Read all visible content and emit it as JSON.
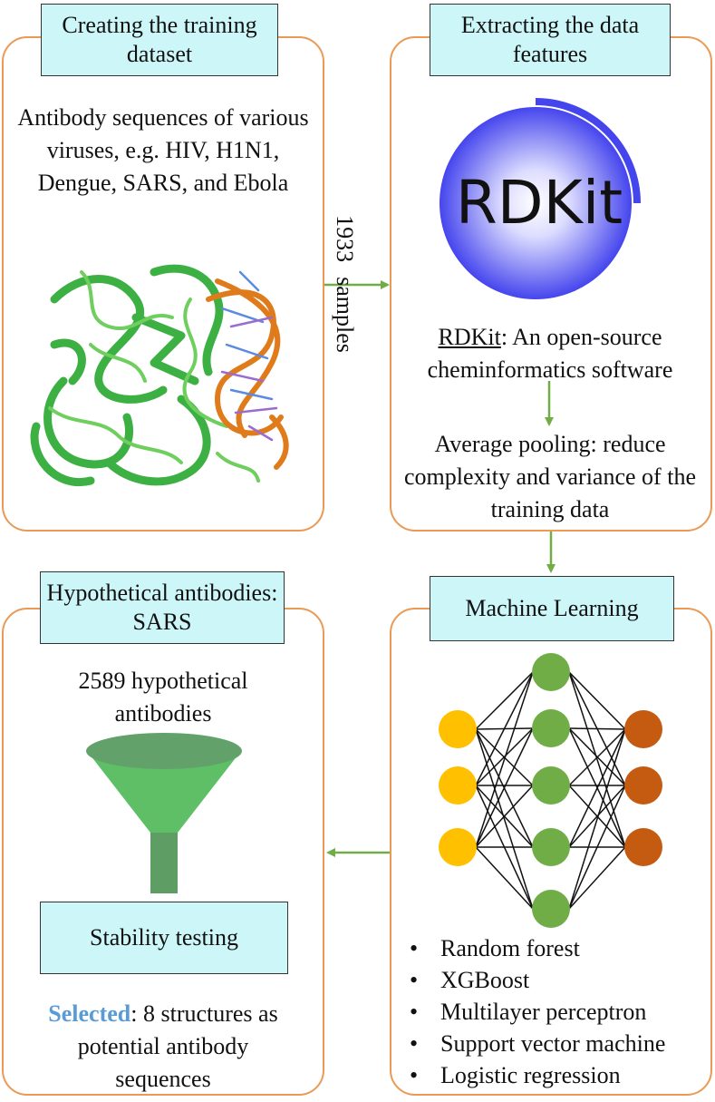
{
  "panel1": {
    "title": "Creating the training dataset",
    "desc": "Antibody sequences of various viruses, e.g. HIV, H1N1, Dengue, SARS, and Ebola"
  },
  "link1": {
    "count": "1933",
    "unit": "samples"
  },
  "panel2": {
    "title": "Extracting the data features",
    "logo_text": "RDKit",
    "rdkit_name": "RDKit",
    "rdkit_desc": ": An open-source cheminformatics software",
    "pooling": "Average pooling: reduce complexity and variance of the training data"
  },
  "panel3": {
    "title": "Machine Learning",
    "methods": [
      "Random forest",
      "XGBoost",
      "Multilayer perceptron",
      "Support vector machine",
      "Logistic regression"
    ],
    "colors": {
      "input": "#ffc000",
      "hidden": "#70ad47",
      "output": "#c55a11"
    }
  },
  "panel4": {
    "title": "Hypothetical antibodies: SARS",
    "count_text": "2589 hypothetical antibodies",
    "stability": "Stability testing",
    "selected_label": "Selected",
    "selected_rest": ": 8 structures as potential antibody sequences"
  },
  "colors": {
    "border": "#ea9a55",
    "title_bg": "#ccf6f8",
    "arrow": "#70ad47",
    "selected": "#5b9bd5"
  }
}
